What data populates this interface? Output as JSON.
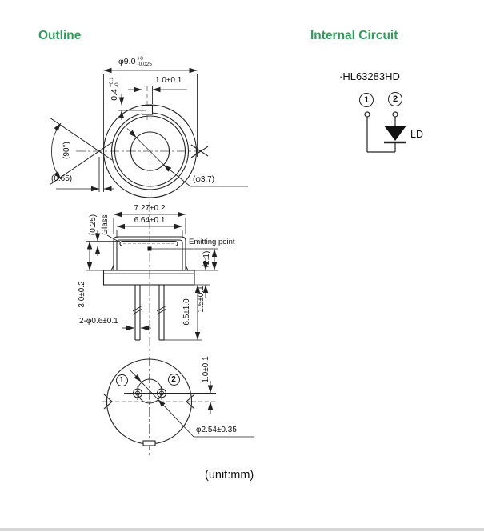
{
  "colors": {
    "accent": "#2f9c5b",
    "line": "#222222"
  },
  "titles": {
    "outline": "Outline",
    "internal_circuit": "Internal Circuit"
  },
  "internal_circuit": {
    "part_number": "·HL63283HD",
    "pin1": "1",
    "pin2": "2",
    "ld_label": "LD"
  },
  "top_view": {
    "dims": {
      "diameter_main": "φ9.0",
      "diameter_tol_plus": "+0",
      "diameter_tol_minus": "-0.025",
      "tab_width": "1.0±0.1",
      "tab_height_main": "0.4",
      "tab_height_tol_plus": "+0.1",
      "tab_height_tol_minus": "-0",
      "notch_angle": "(90°)",
      "notch_depth": "(0.65)",
      "inner_diameter": "(φ3.7)"
    }
  },
  "side_view": {
    "dims": {
      "cap_outer_width": "7.27±0.2",
      "cap_inner_width": "6.64±0.1",
      "glass_thickness": "(0.25)",
      "glass_label": "Glass",
      "emitting_point_label": "Emitting point",
      "emitting_height": "(2.1)",
      "cap_height": "3.0±0.2",
      "lead_diameter": "2-φ0.6±0.1",
      "lead_length": "6.5±1.0",
      "flange_thickness": "1.5±0.1"
    }
  },
  "bottom_view": {
    "pin1": "1",
    "pin2": "2",
    "dims": {
      "pin_offset": "1.0±0.1",
      "pin_circle_diameter": "φ2.54±0.35"
    }
  },
  "footer": {
    "unit_note": "(unit:mm)"
  }
}
